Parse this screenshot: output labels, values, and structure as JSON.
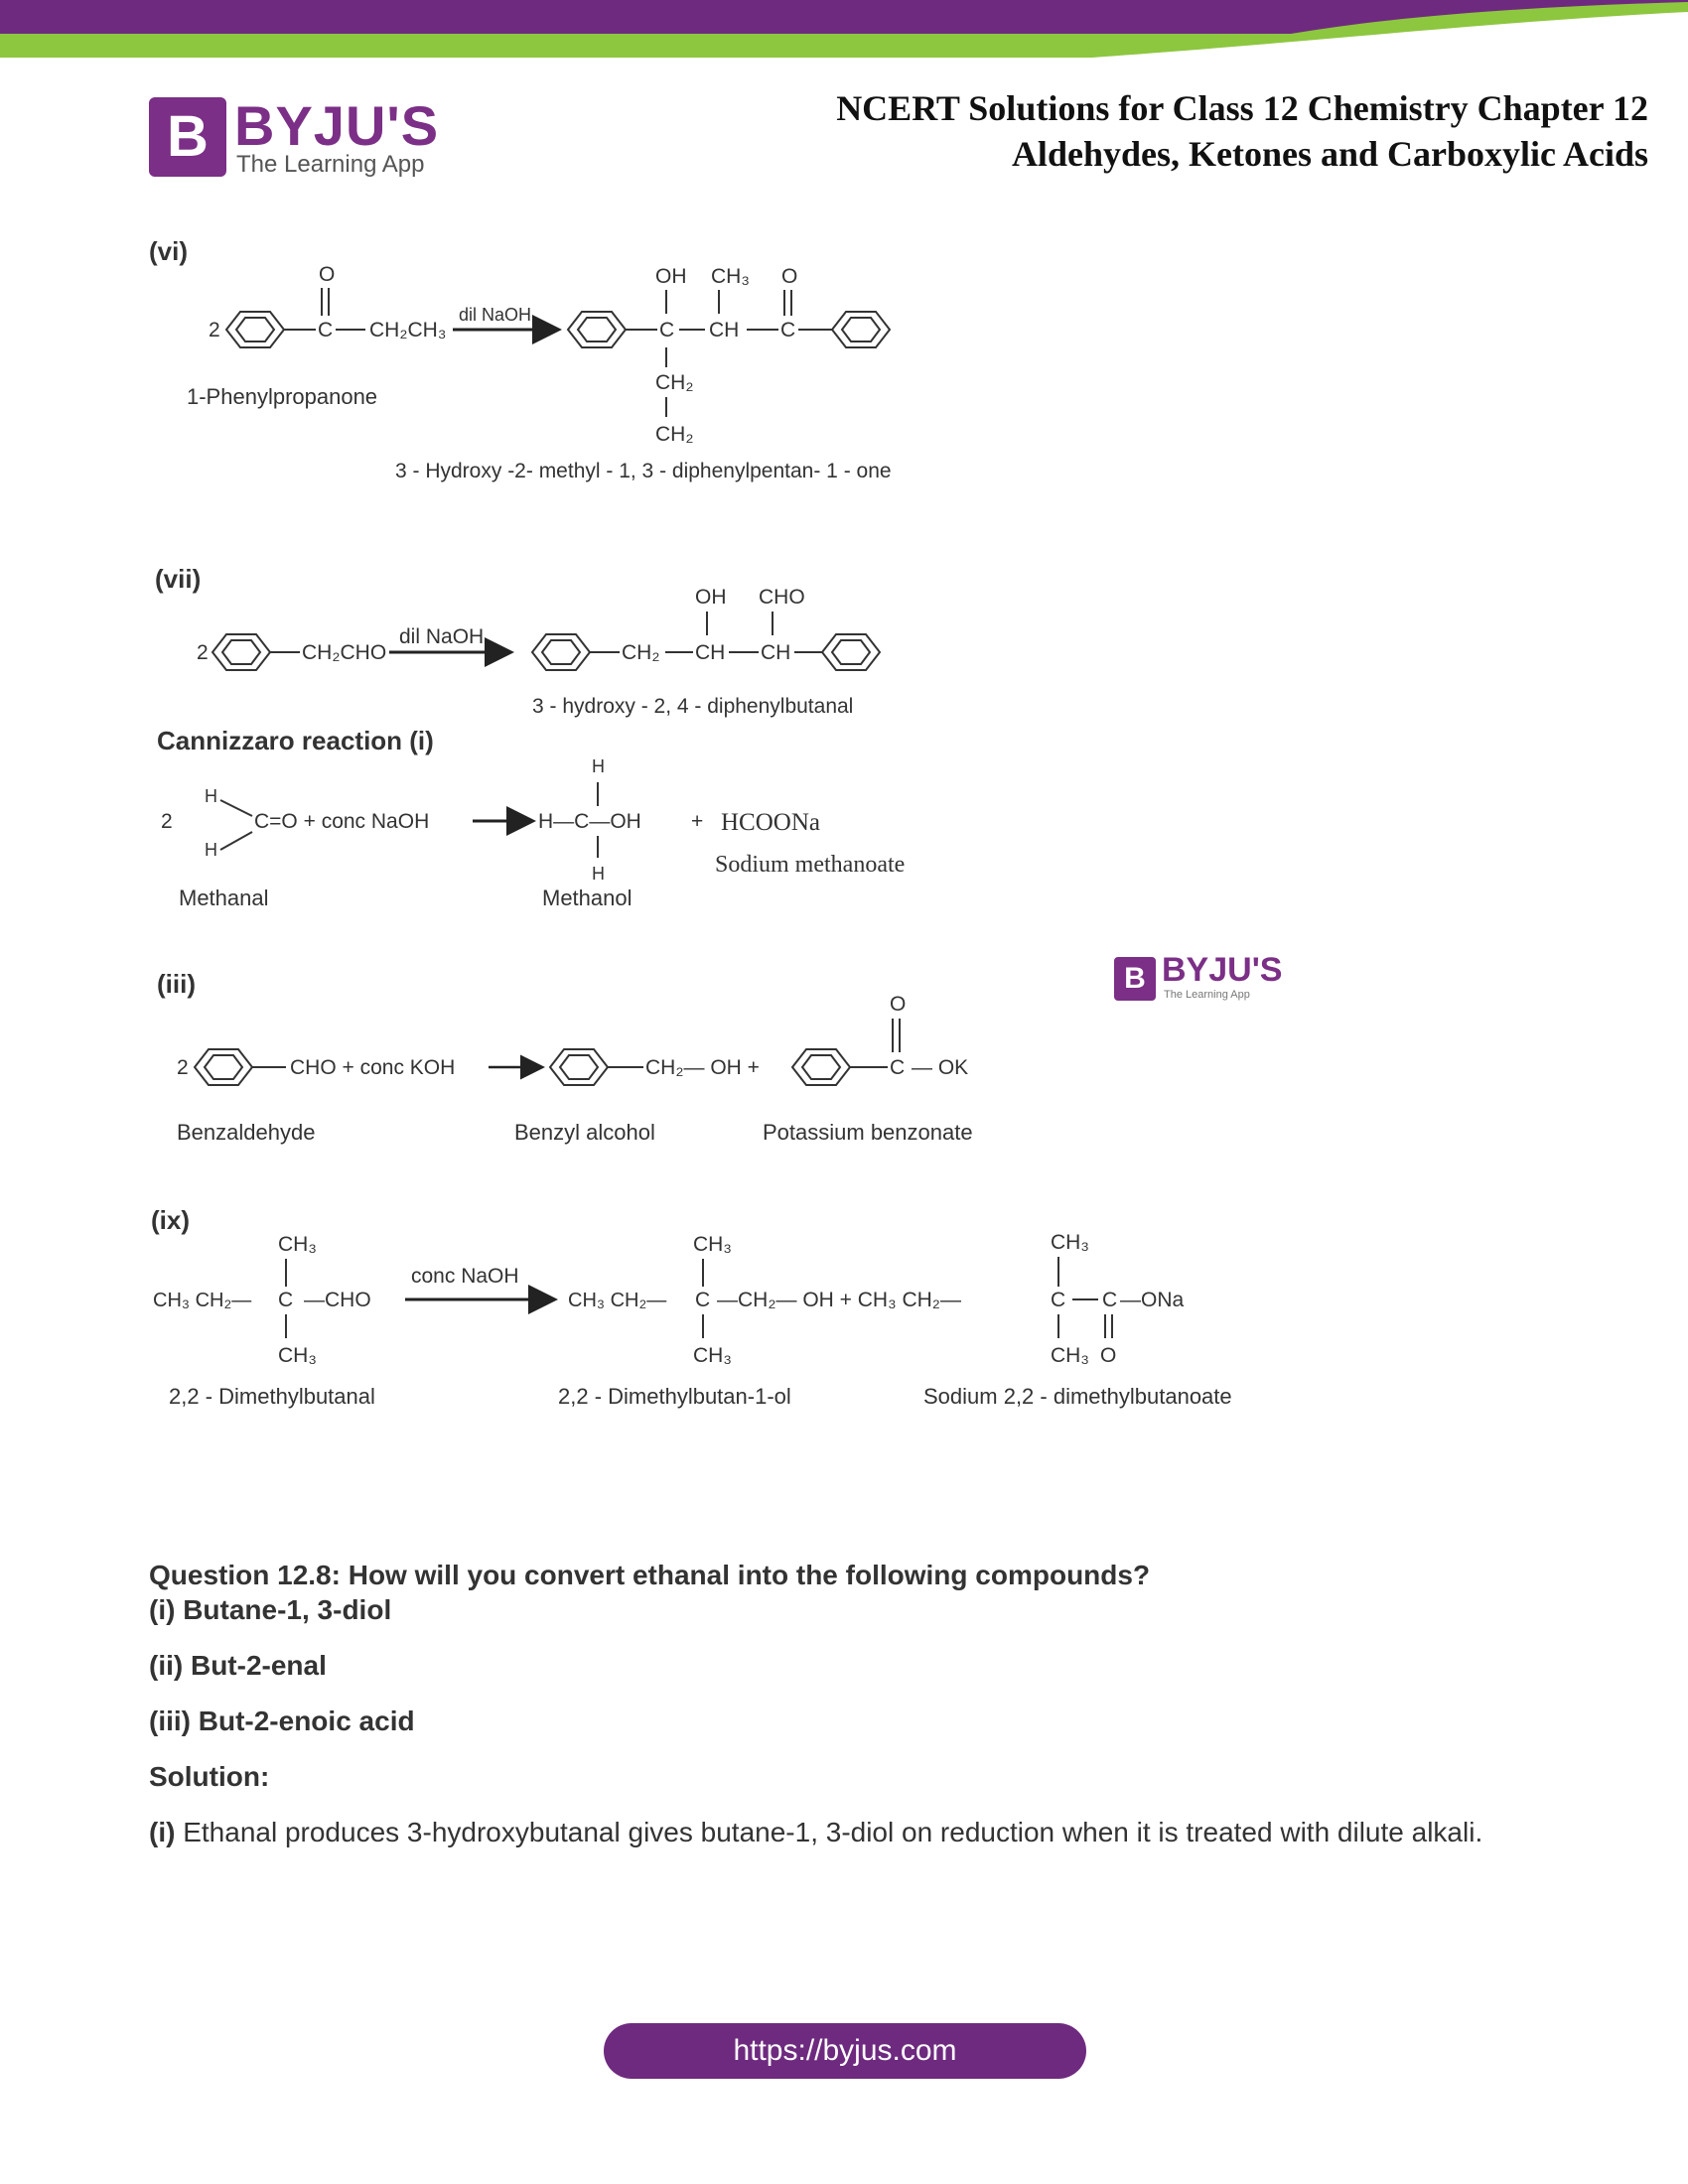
{
  "header": {
    "brand_name": "BYJU'S",
    "brand_tagline": "The Learning App",
    "brand_mark": "B",
    "title_line1": "NCERT Solutions for Class 12 Chemistry Chapter 12",
    "title_line2": "Aldehydes, Ketones and Carboxylic Acids",
    "accent_color": "#7b2f86",
    "bar_green": "#8dc63f"
  },
  "reactions": {
    "vi": {
      "label": "(vi)",
      "coef": "2",
      "reagent": "dil NaOH",
      "reactant_name": "1-Phenylpropanone",
      "product_name": "3 - Hydroxy -2- methyl - 1, 3 - diphenylpentan- 1 - one",
      "o": "O",
      "c": "C",
      "ch2ch3": "CH₂CH₃",
      "oh": "OH",
      "ch3": "CH₃",
      "ch": "CH",
      "ch2": "CH₂"
    },
    "vii": {
      "label": "(vii)",
      "coef": "2",
      "ch2cho": "CH₂CHO",
      "reagent": "dil NaOH",
      "oh": "OH",
      "cho": "CHO",
      "ch2": "CH₂",
      "ch": "CH",
      "product_name": "3 - hydroxy - 2, 4 - diphenylbutanal"
    },
    "cannizzaro": {
      "heading": "Cannizzaro reaction (i)",
      "coef": "2",
      "h": "H",
      "reactant_formula": "C=O + conc NaOH",
      "product_chain": "H—C—OH",
      "plus": "+",
      "byproduct": "HCOONa",
      "byproduct_name": "Sodium methanoate",
      "reactant_name": "Methanal",
      "product_name": "Methanol"
    },
    "iii": {
      "label": "(iii)",
      "coef": "2",
      "reactant_part": "CHO + conc KOH",
      "product1_part": "CH₂— OH +",
      "o": "O",
      "c": "C",
      "ok": "— OK",
      "name1": "Benzaldehyde",
      "name2": "Benzyl alcohol",
      "name3": "Potassium benzonate"
    },
    "ix": {
      "label": "(ix)",
      "ch3": "CH₃",
      "reactant_left": "CH₃ CH₂—",
      "c": "C",
      "cho": "—CHO",
      "reagent": "conc NaOH",
      "p1_left": "CH₃ CH₂—",
      "p1_right": "—CH₂— OH + CH₃ CH₂—",
      "p2_right": "—ONa",
      "o": "O",
      "name1": "2,2 - Dimethylbutanal",
      "name2": "2,2 - Dimethylbutan-1-ol",
      "name3": "Sodium 2,2 - dimethylbutanoate"
    }
  },
  "watermark": {
    "name": "BYJU'S",
    "tagline": "The Learning App",
    "mark": "B"
  },
  "question": {
    "title": "Question 12.8: How will you convert ethanal into the following compounds?",
    "items": [
      "(i) Butane-1, 3-diol",
      "(ii) But-2-enal",
      "(iii) But-2-enoic acid"
    ],
    "solution_label": "Solution:",
    "answer_prefix": "(i)",
    "answer_text": "Ethanal produces 3-hydroxybutanal gives butane-1, 3-diol on reduction when it is treated with dilute alkali."
  },
  "footer": {
    "url": "https://byjus.com"
  }
}
